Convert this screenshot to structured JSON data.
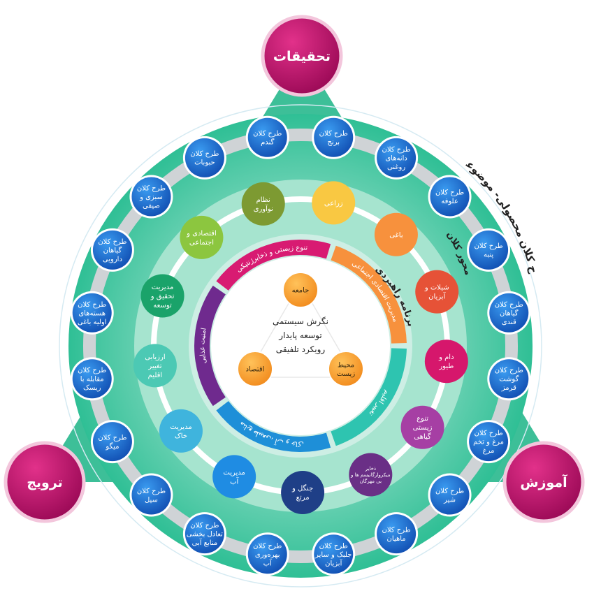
{
  "corners": [
    {
      "id": "research",
      "label": "تحقیقات"
    },
    {
      "id": "education",
      "label": "آموزش"
    },
    {
      "id": "promotion",
      "label": "ترویج"
    }
  ],
  "labels": {
    "product_plans": "طرح کلان محصولی- موضوعی",
    "pivot_plans": "محور کلان",
    "strategic": "برنامه راهبردی"
  },
  "product_plans": [
    [
      "طرح کلان",
      "گندم"
    ],
    [
      "طرح کلان",
      "برنج"
    ],
    [
      "طرح کلان",
      "دانه‌های",
      "روغنی"
    ],
    [
      "طرح کلان",
      "علوفه"
    ],
    [
      "طرح کلان",
      "پنبه"
    ],
    [
      "طرح کلان",
      "گیاهان",
      "قندی"
    ],
    [
      "طرح کلان",
      "گوشت",
      "قرمز"
    ],
    [
      "طرح کلان",
      "مرغ و تخم",
      "مرغ"
    ],
    [
      "طرح کلان",
      "شیر"
    ],
    [
      "طرح کلان",
      "ماهیان"
    ],
    [
      "طرح کلان",
      "جلبک و سایر",
      "آبزیان"
    ],
    [
      "طرح کلان",
      "بهره‌وری",
      "آب"
    ],
    [
      "طرح کلان",
      "تعادل بخشی",
      "منابع آبی"
    ],
    [
      "طرح کلان",
      "سیل"
    ],
    [
      "طرح کلان",
      "میگو"
    ],
    [
      "طرح کلان",
      "مقابله با",
      "ریسک"
    ],
    [
      "طرح کلان",
      "هسته‌های",
      "اولیه باغی"
    ],
    [
      "طرح کلان",
      "گیاهان",
      "دارویی"
    ],
    [
      "طرح کلان",
      "سبزی و",
      "صیفی"
    ],
    [
      "طرح کلان",
      "حبوبات"
    ]
  ],
  "pivots": [
    {
      "lines": [
        "زراعی"
      ],
      "color": "#f9c842"
    },
    {
      "lines": [
        "باغی"
      ],
      "color": "#f7913d"
    },
    {
      "lines": [
        "شیلات و",
        "آبزیان"
      ],
      "color": "#e65237"
    },
    {
      "lines": [
        "دام و",
        "طیور"
      ],
      "color": "#d6176c"
    },
    {
      "lines": [
        "تنوع",
        "زیستی",
        "گیاهی"
      ],
      "color": "#a63fa4"
    },
    {
      "lines": [
        "ذخایر",
        "میکروارگانیسم ها و",
        "بی مهرگان"
      ],
      "color": "#6a2f86"
    },
    {
      "lines": [
        "جنگل و",
        "مرتع"
      ],
      "color": "#1f3f87"
    },
    {
      "lines": [
        "مدیریت",
        "آب"
      ],
      "color": "#1f8ce3"
    },
    {
      "lines": [
        "مدیریت",
        "خاک"
      ],
      "color": "#3fb4dd"
    },
    {
      "lines": [
        "ارزیابی",
        "تغییر",
        "اقلیم"
      ],
      "color": "#4cc9b4"
    },
    {
      "lines": [
        "مدیریت",
        "تحقیق و",
        "توسعه"
      ],
      "color": "#1aa36a"
    },
    {
      "lines": [
        "اقتصادی و",
        "اجتماعی"
      ],
      "color": "#8cc63f"
    },
    {
      "lines": [
        "نظام",
        "نوآوری"
      ],
      "color": "#7d9a32"
    }
  ],
  "strategic": [
    {
      "label": "تنوع زیستی و ذخایرژنتیکی",
      "color": "#d81b72"
    },
    {
      "label": "مدیریت اقتصادی اجتماعی",
      "color": "#f7913d"
    },
    {
      "label": "تغییر اقلیم",
      "color": "#2ec4b0"
    },
    {
      "label": "منابع طبیعی، آب و خاک",
      "color": "#1e8fd8"
    },
    {
      "label": "امنیت غذایی",
      "color": "#6f2a8e"
    }
  ],
  "center": {
    "lines": [
      "نگرش سیستمی",
      "توسعه پایدار",
      "رویکرد تلفیقی"
    ],
    "nodes": [
      [
        "جامعه"
      ],
      [
        "محیط",
        "زیست"
      ],
      [
        "اقتصاد"
      ]
    ]
  }
}
